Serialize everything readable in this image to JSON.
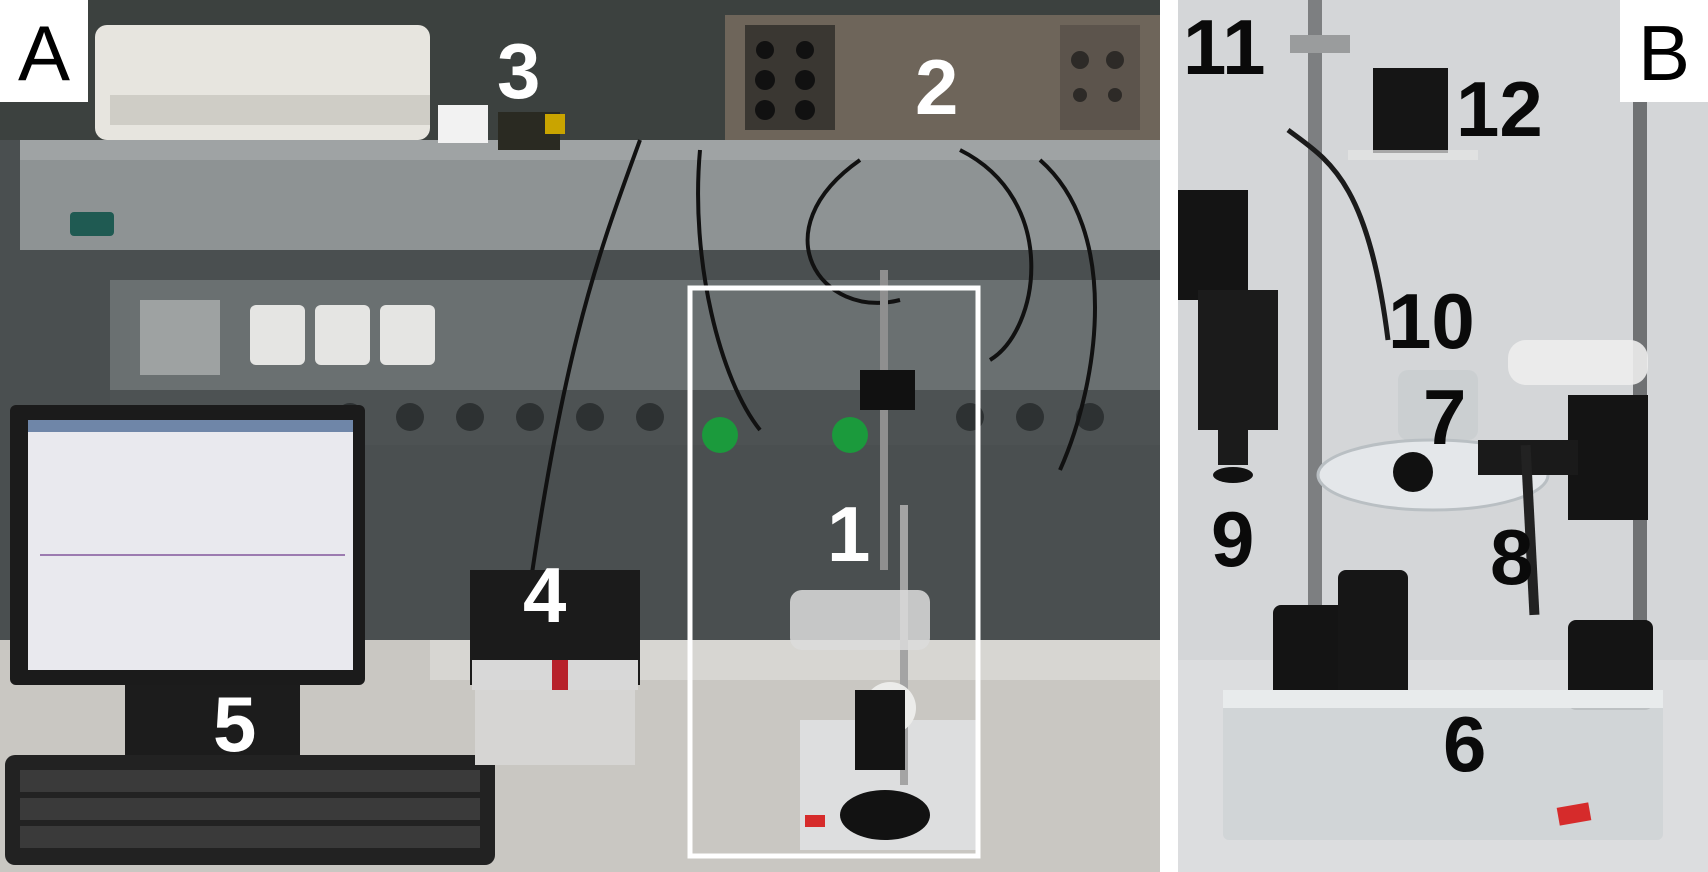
{
  "panel_a": {
    "letter": "A",
    "labels": {
      "n1": "1",
      "n2": "2",
      "n3": "3",
      "n4": "4",
      "n5": "5"
    }
  },
  "panel_b": {
    "letter": "B",
    "labels": {
      "n6": "6",
      "n7": "7",
      "n8": "8",
      "n9": "9",
      "n10": "10",
      "n11": "11",
      "n12": "12"
    }
  }
}
